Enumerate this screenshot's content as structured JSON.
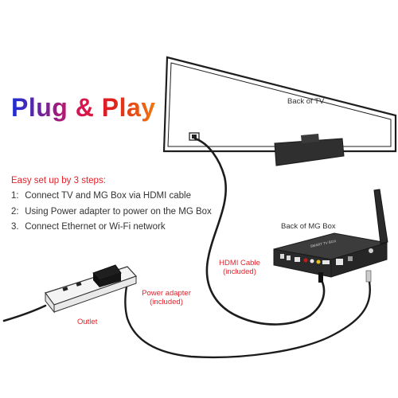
{
  "title": "Plug & Play",
  "setup": {
    "lead": "Easy set up by 3 steps:",
    "steps": [
      {
        "num": "1:",
        "text": " Connect TV and MG Box via HDMI cable"
      },
      {
        "num": "2:",
        "text": " Using Power adapter to power on the MG Box"
      },
      {
        "num": "3.",
        "text": " Connect Ethernet or Wi-Fi network"
      }
    ]
  },
  "labels": {
    "back_of_tv": "Back of  TV",
    "back_of_box": "Back of MG Box",
    "hdmi_cable": "HDMI Cable",
    "hdmi_included": "(included)",
    "power_adapter": "Power adapter",
    "power_included": "(included)",
    "outlet": "Outlet"
  },
  "device_print": {
    "box_front": "SMART TV BOX"
  },
  "colors": {
    "label_red": "#e5202a",
    "text_gray": "#333333",
    "title_gradient": [
      "#1a2fd6",
      "#d4145a",
      "#e0201a",
      "#f07a10"
    ],
    "device_dark": "#2b2b2b"
  }
}
